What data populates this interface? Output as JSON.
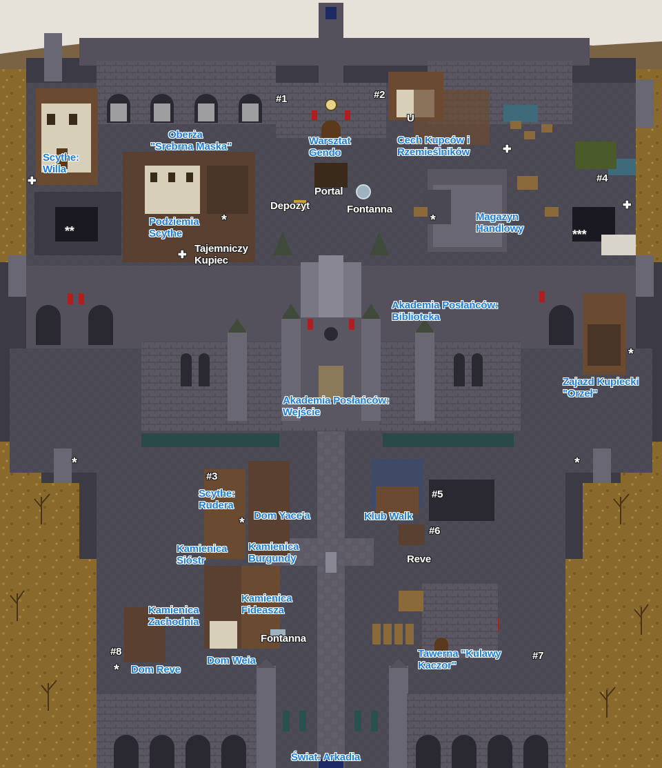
{
  "colors": {
    "sky": "#e6e2da",
    "mountains": "#7a6244",
    "grass": "#8a6a2c",
    "wall_dark": "#3c3a44",
    "wall": "#54515d",
    "wall_light": "#6a6774",
    "floor": "#4a4853",
    "road": "#5d5a66",
    "label_blue": "#1e7fd6",
    "label_white": "#ffffff",
    "banner_red": "#b01e1e"
  },
  "labels": {
    "oberza": [
      "Oberża",
      "\"Srebrna Maska\""
    ],
    "scythe_willa": [
      "Scythe:",
      "Willa"
    ],
    "warsztat": [
      "Warsztat",
      "Gendo"
    ],
    "cech": [
      "Cech Kupców i",
      "Rzemieślników"
    ],
    "podziemia": [
      "Podziemia",
      "Scythe"
    ],
    "magazyn": [
      "Magazyn",
      "Handlowy"
    ],
    "biblioteka": [
      "Akademia Posłańców:",
      "Biblioteka"
    ],
    "zajazd": [
      "Zajazd Kupiecki",
      "\"Orzeł\""
    ],
    "wejscie": [
      "Akademia Posłańców:",
      "Wejście"
    ],
    "rudera": [
      "Scythe:",
      "Rudera"
    ],
    "dom_yace": [
      "Dom Yace'a"
    ],
    "klub": [
      "Klub Walk"
    ],
    "siostr": [
      "Kamienica",
      "Sióstr"
    ],
    "burgundy": [
      "Kamienica",
      "Burgundy"
    ],
    "fideasza": [
      "Kamienica",
      "Fideasza"
    ],
    "zachodnia": [
      "Kamienica",
      "Zachodnia"
    ],
    "dom_weia": [
      "Dom Weia"
    ],
    "dom_reve": [
      "Dom Reve"
    ],
    "tawerna": [
      "Tawerna \"Kulawy",
      "Kaczor\""
    ],
    "swiat": [
      "Świat: Arkadia"
    ],
    "portal": [
      "Portal"
    ],
    "depozyt": [
      "Depozyt"
    ],
    "fontanna_top": [
      "Fontanna"
    ],
    "tajemniczy": [
      "Tajemniczy",
      "Kupiec"
    ],
    "fontanna_bottom": [
      "Fontanna"
    ],
    "reve": [
      "Reve"
    ],
    "u": [
      "U"
    ]
  },
  "markers": {
    "n1": "#1",
    "n2": "#2",
    "n3": "#3",
    "n4": "#4",
    "n5": "#5",
    "n6": "#6",
    "n7": "#7",
    "n8": "#8",
    "dbl_star": "**",
    "triple_star": "***",
    "star": "*",
    "plus": "✚"
  }
}
